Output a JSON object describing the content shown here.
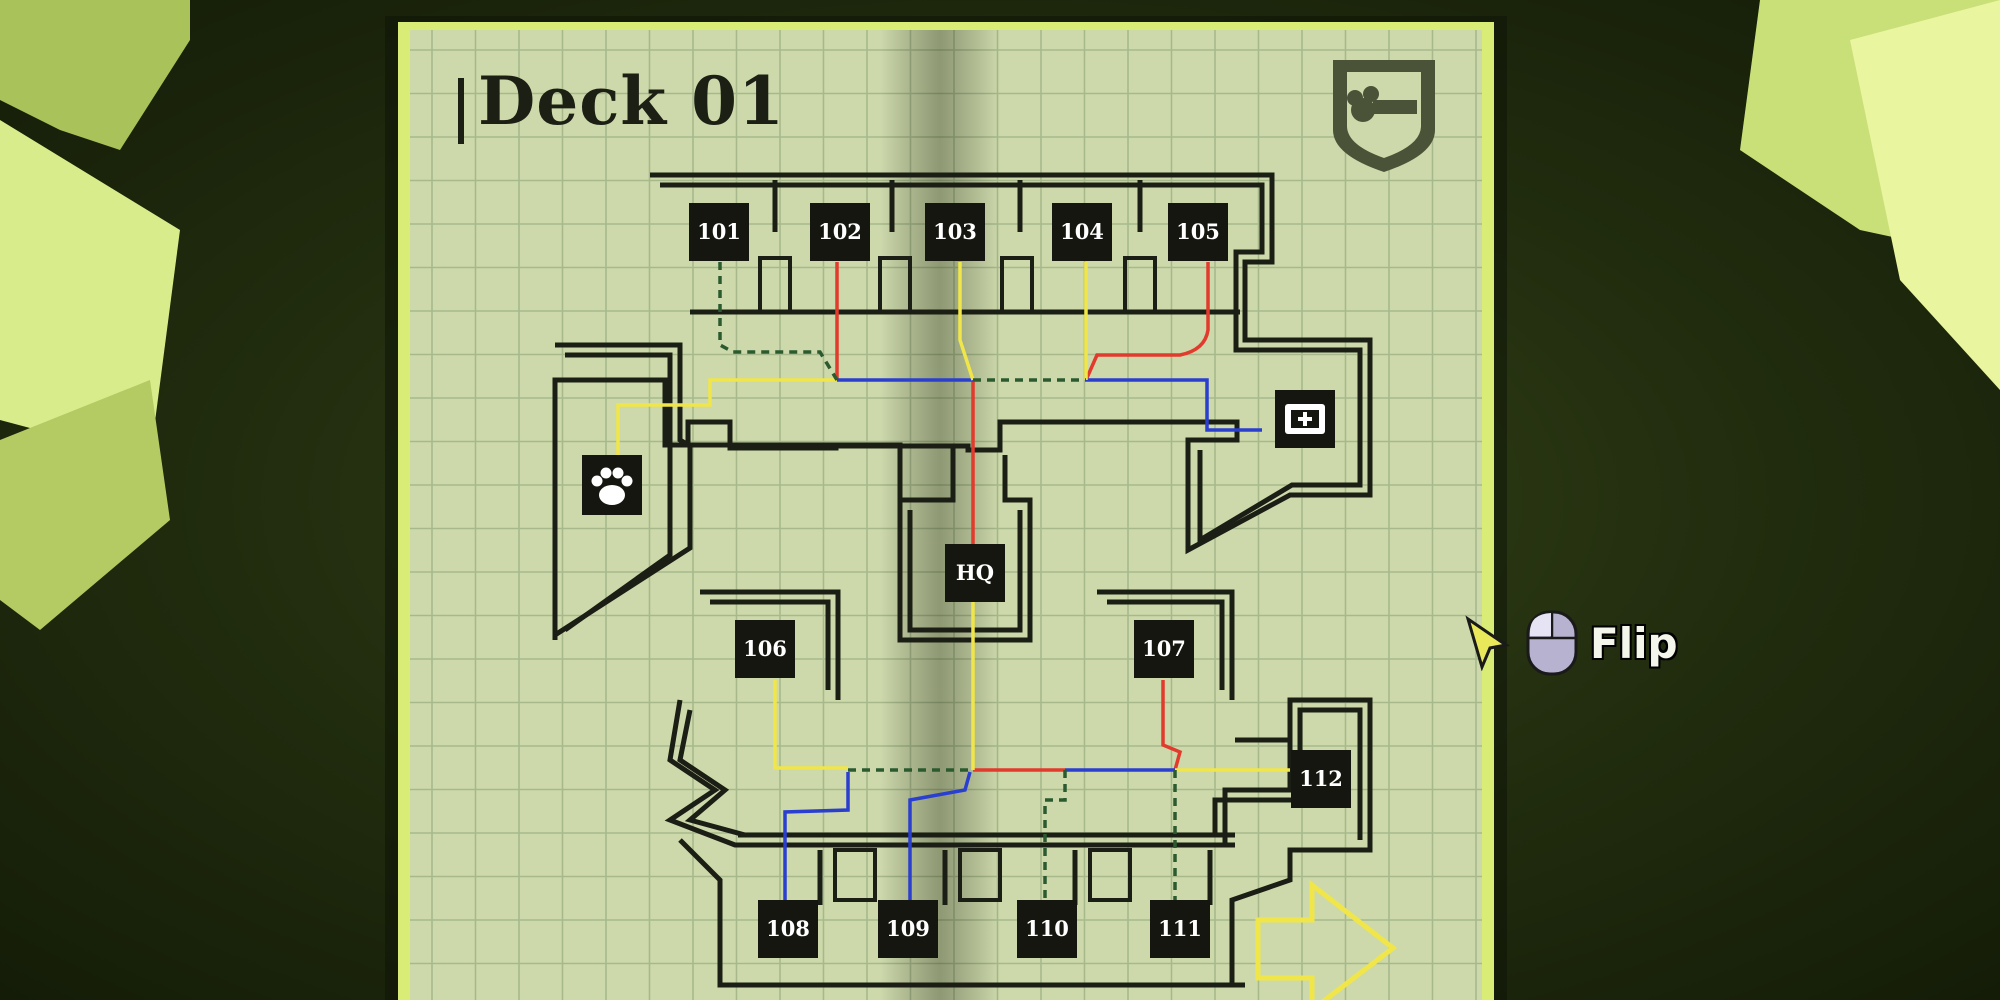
{
  "deck": {
    "title": "Deck 01"
  },
  "rooms": [
    {
      "id": "101",
      "label": "101"
    },
    {
      "id": "102",
      "label": "102"
    },
    {
      "id": "103",
      "label": "103"
    },
    {
      "id": "104",
      "label": "104"
    },
    {
      "id": "105",
      "label": "105"
    },
    {
      "id": "hq",
      "label": "HQ"
    },
    {
      "id": "106",
      "label": "106"
    },
    {
      "id": "107",
      "label": "107"
    },
    {
      "id": "112",
      "label": "112"
    },
    {
      "id": "108",
      "label": "108"
    },
    {
      "id": "109",
      "label": "109"
    },
    {
      "id": "110",
      "label": "110"
    },
    {
      "id": "111",
      "label": "111"
    }
  ],
  "icons": {
    "pet": "paw-icon",
    "medical": "medkit-icon",
    "emblem": "shield-emblem-icon",
    "cursor": "cursor-arrow-icon",
    "mouse": "mouse-left-click-icon",
    "next": "next-page-arrow-icon"
  },
  "hint": {
    "flip_label": "Flip"
  },
  "colors": {
    "paper": "#c9d6a8",
    "grid": "#a8b88a",
    "walls": "#1b1e14",
    "red": "#e23a2c",
    "blue": "#2a3fcf",
    "yellow": "#f0e64a",
    "glow": "#e8f57a"
  }
}
